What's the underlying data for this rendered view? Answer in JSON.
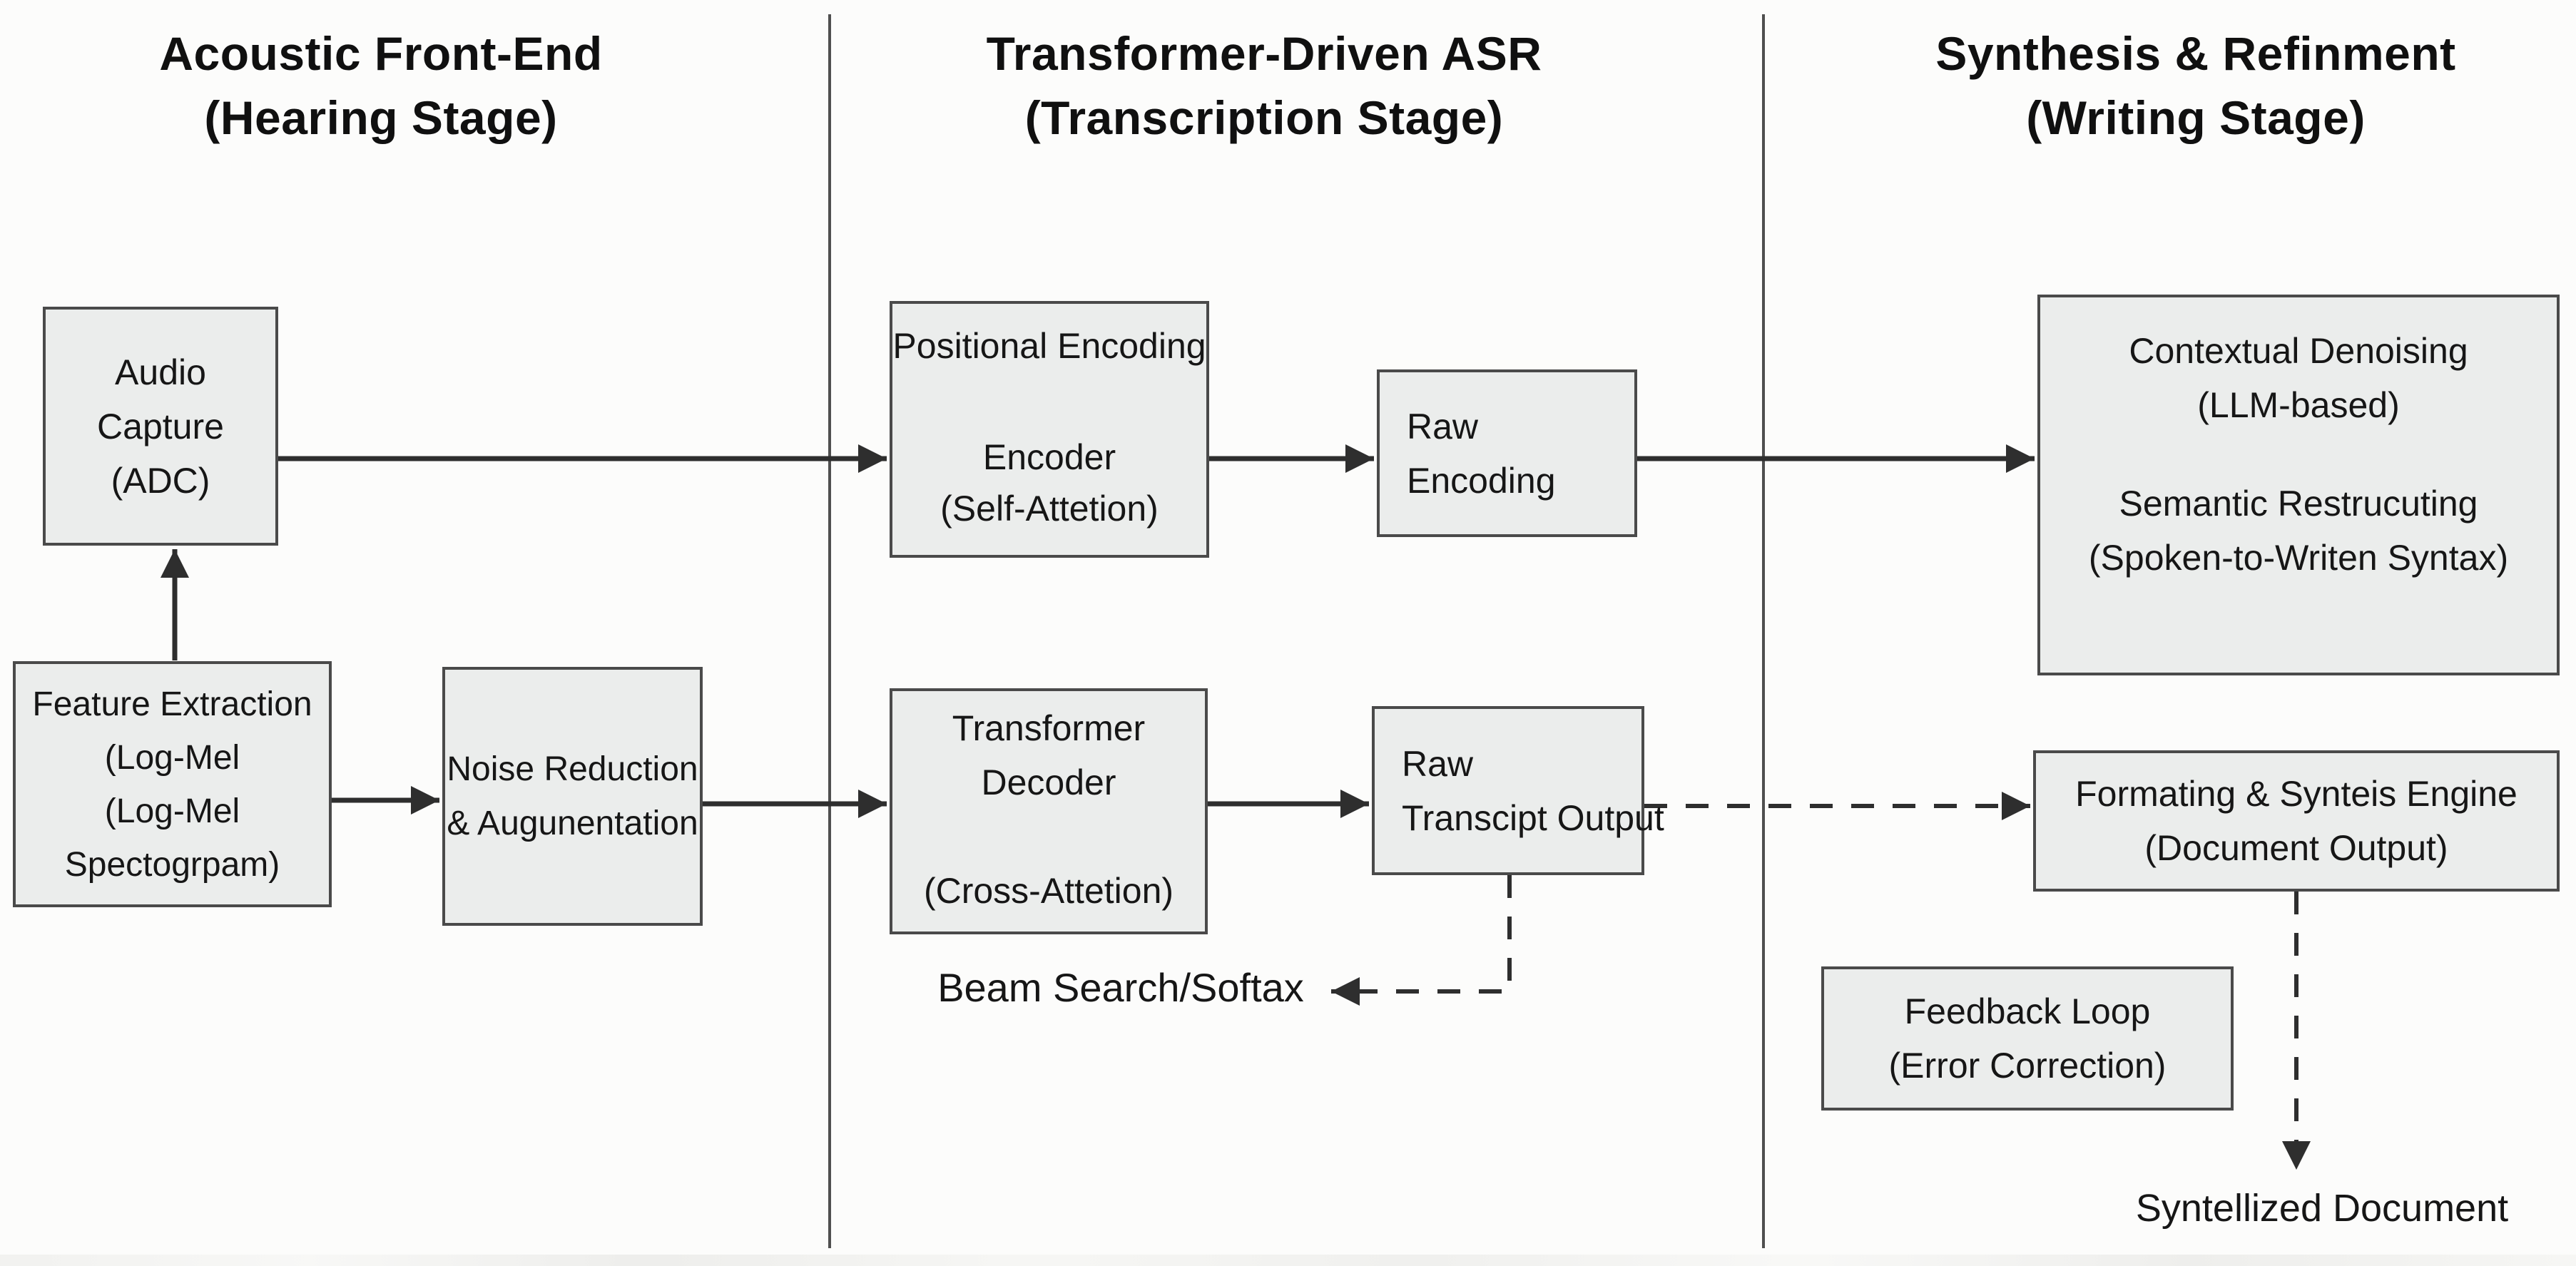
{
  "colors": {
    "bg": "#fcfcfb",
    "box_fill": "#ebedec",
    "box_border": "#4a4a4a",
    "ink": "#161616",
    "line": "#2e2e2e",
    "divider": "#4f4f4f"
  },
  "columns": [
    {
      "title_line1": "Acoustic Front-End",
      "title_line2": "(Hearing Stage)"
    },
    {
      "title_line1": "Transformer-Driven ASR",
      "title_line2": "(Transcription Stage)"
    },
    {
      "title_line1": "Synthesis & Refinment",
      "title_line2": "(Writing Stage)"
    }
  ],
  "boxes": {
    "audio_capture": {
      "lines": [
        "Audio",
        "Capture",
        "(ADC)"
      ]
    },
    "feature_extraction": {
      "lines": [
        "Feature Extraction",
        "(Log-Mel",
        "(Log-Mel",
        "Spectogrpam)"
      ]
    },
    "noise_reduction": {
      "lines": [
        "Noise Reduction",
        "& Augunentation"
      ]
    },
    "positional_encoder": {
      "lines": [
        "Positional Encoding",
        "Encoder",
        "(Self-Attetion)"
      ]
    },
    "raw_encoding": {
      "lines": [
        "Raw",
        "Encoding"
      ]
    },
    "transformer_decoder": {
      "lines": [
        "Transformer",
        "Decoder",
        "(Cross-Attetion)"
      ]
    },
    "raw_transcript": {
      "lines": [
        "Raw",
        "Transcipt Output"
      ]
    },
    "contextual_denoising": {
      "lines": [
        "Contextual Denoising",
        "(LLM-based)",
        "Semantic Restrucuting",
        "(Spoken-to-Writen Syntax)"
      ]
    },
    "formatting_engine": {
      "lines": [
        "Formating & Synteis Engine",
        "(Document Output)"
      ]
    },
    "feedback_loop": {
      "lines": [
        "Feedback Loop",
        "(Error Correction)"
      ]
    }
  },
  "labels": {
    "beam_search": "Beam Search/Softax",
    "synthesized_document": "Syntellized Document"
  }
}
